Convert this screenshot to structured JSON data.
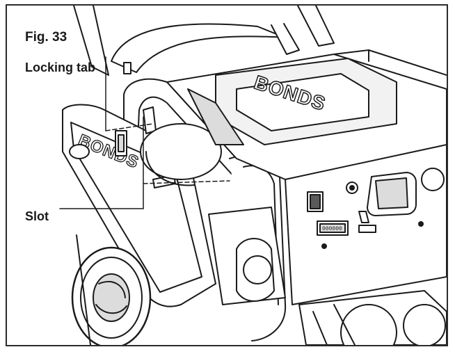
{
  "figure": {
    "title": "Fig. 33"
  },
  "callouts": {
    "locking_tab": "Locking tab",
    "slot": "Slot"
  },
  "colors": {
    "line": "#1a1a1a",
    "fill": "#ffffff",
    "shade": "#dcdcdc",
    "dark": "#5a5a5a"
  }
}
